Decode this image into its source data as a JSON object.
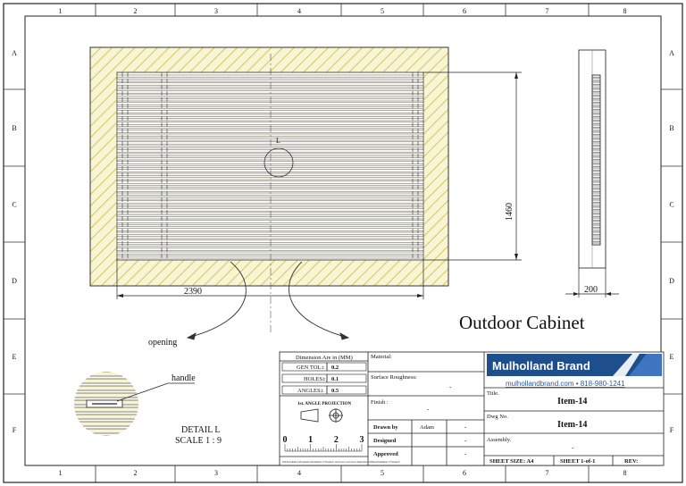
{
  "columns": [
    "1",
    "2",
    "3",
    "4",
    "5",
    "6",
    "7",
    "8"
  ],
  "rows": [
    "A",
    "B",
    "C",
    "D",
    "E",
    "F"
  ],
  "drawing": {
    "title": "Outdoor Cabinet",
    "width_dim": "2390",
    "height_dim": "1460",
    "depth_dim": "200",
    "detail_marker": "L",
    "opening_label": "opening",
    "handle_label": "handle",
    "detail_title": "DETAIL L",
    "detail_scale": "SCALE 1 : 9"
  },
  "titleblock": {
    "dimension_note": "Dimension Are in (MM)",
    "gen_tol_label": "GEN TOL±",
    "gen_tol_value": "0.2",
    "holes_label": "HOLES±",
    "holes_value": "0.1",
    "angles_label": "ANGLES±",
    "angles_value": "0.5",
    "projection_label": "1st. ANGLE PROJECTION",
    "scale_ticks": [
      "0",
      "1",
      "2",
      "3"
    ],
    "footer_note": "This Document is Proprietary Information of \"Inventor\" and is not to be Used or Reproduced Without Permission of \"Inventor\"",
    "material_label": "Material:",
    "surface_label": "Surface Roughness:",
    "surface_value": "-",
    "finish_label": "Finish :",
    "finish_value": "-",
    "drawn_by_label": "Drawn by",
    "drawn_by_value": "Adam",
    "drawn_by_extra": "-",
    "designed_label": "Designed",
    "designed_extra": "-",
    "approved_label": "Approved",
    "approved_extra": "-",
    "brand_name": "Mulholland Brand",
    "brand_contact": "mulhollandbrand.com  •  818-980-1241",
    "title_label": "Title.",
    "title_value": "Item-14",
    "dwg_label": "Dwg No.",
    "dwg_value": "Item-14",
    "assembly_label": "Assembly.",
    "assembly_value": "-",
    "sheet_size": "SHEET SIZE: A4",
    "sheet_number": "SHEET  1-of-1",
    "rev_label": "REV:"
  },
  "colors": {
    "panel_fill": "#f7f4d2",
    "hatch": "#d8c85a",
    "brand_blue": "#1f4e8c",
    "brand_link": "#2a5aa8"
  }
}
